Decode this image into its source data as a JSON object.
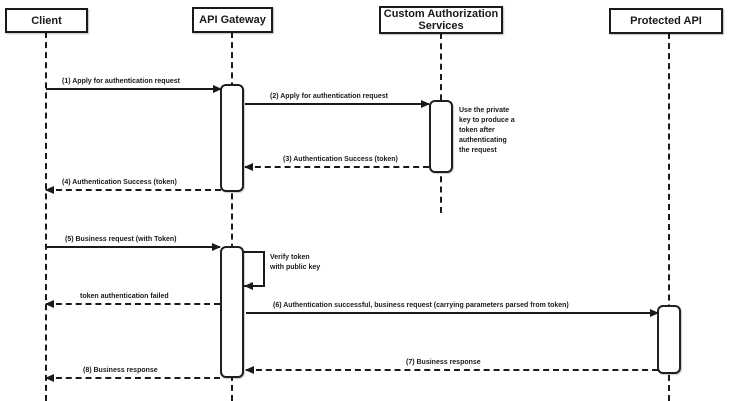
{
  "diagram_type": "sequence-diagram",
  "actors": [
    {
      "name": "Client"
    },
    {
      "name": "API Gateway"
    },
    {
      "name": "Custom Authorization\nServices"
    },
    {
      "name": "Protected API"
    }
  ],
  "messages": [
    {
      "label": "(1) Apply for authentication request",
      "from": "Client",
      "to": "API Gateway",
      "line": "solid"
    },
    {
      "label": "(2) Apply for authentication request",
      "from": "API Gateway",
      "to": "Custom Authorization Services",
      "line": "solid"
    },
    {
      "label": "(3) Authentication Success (token)",
      "from": "Custom Authorization Services",
      "to": "API Gateway",
      "line": "dashed"
    },
    {
      "label": "(4) Authentication Success (token)",
      "from": "API Gateway",
      "to": "Client",
      "line": "dashed"
    },
    {
      "label": "(5) Business request (with Token)",
      "from": "Client",
      "to": "API Gateway",
      "line": "solid"
    },
    {
      "label": "token authentication failed",
      "from": "API Gateway",
      "to": "Client",
      "line": "dashed"
    },
    {
      "label": "(6) Authentication successful, business request (carrying parameters parsed from token)",
      "from": "API Gateway",
      "to": "Protected API",
      "line": "solid"
    },
    {
      "label": "(7) Business response",
      "from": "Protected API",
      "to": "API Gateway",
      "line": "dashed"
    },
    {
      "label": "(8) Business response",
      "from": "API Gateway",
      "to": "Client",
      "line": "dashed"
    }
  ],
  "self_message": {
    "label": "Verify token\nwith public key",
    "actor": "API Gateway"
  },
  "note": {
    "label": "Use the private\nkey to produce a\ntoken after\nauthenticating\nthe request",
    "actor": "Custom Authorization Services"
  },
  "colors": {
    "line": "#1a1a1a",
    "background": "#ffffff",
    "fill": "#ffffff"
  }
}
